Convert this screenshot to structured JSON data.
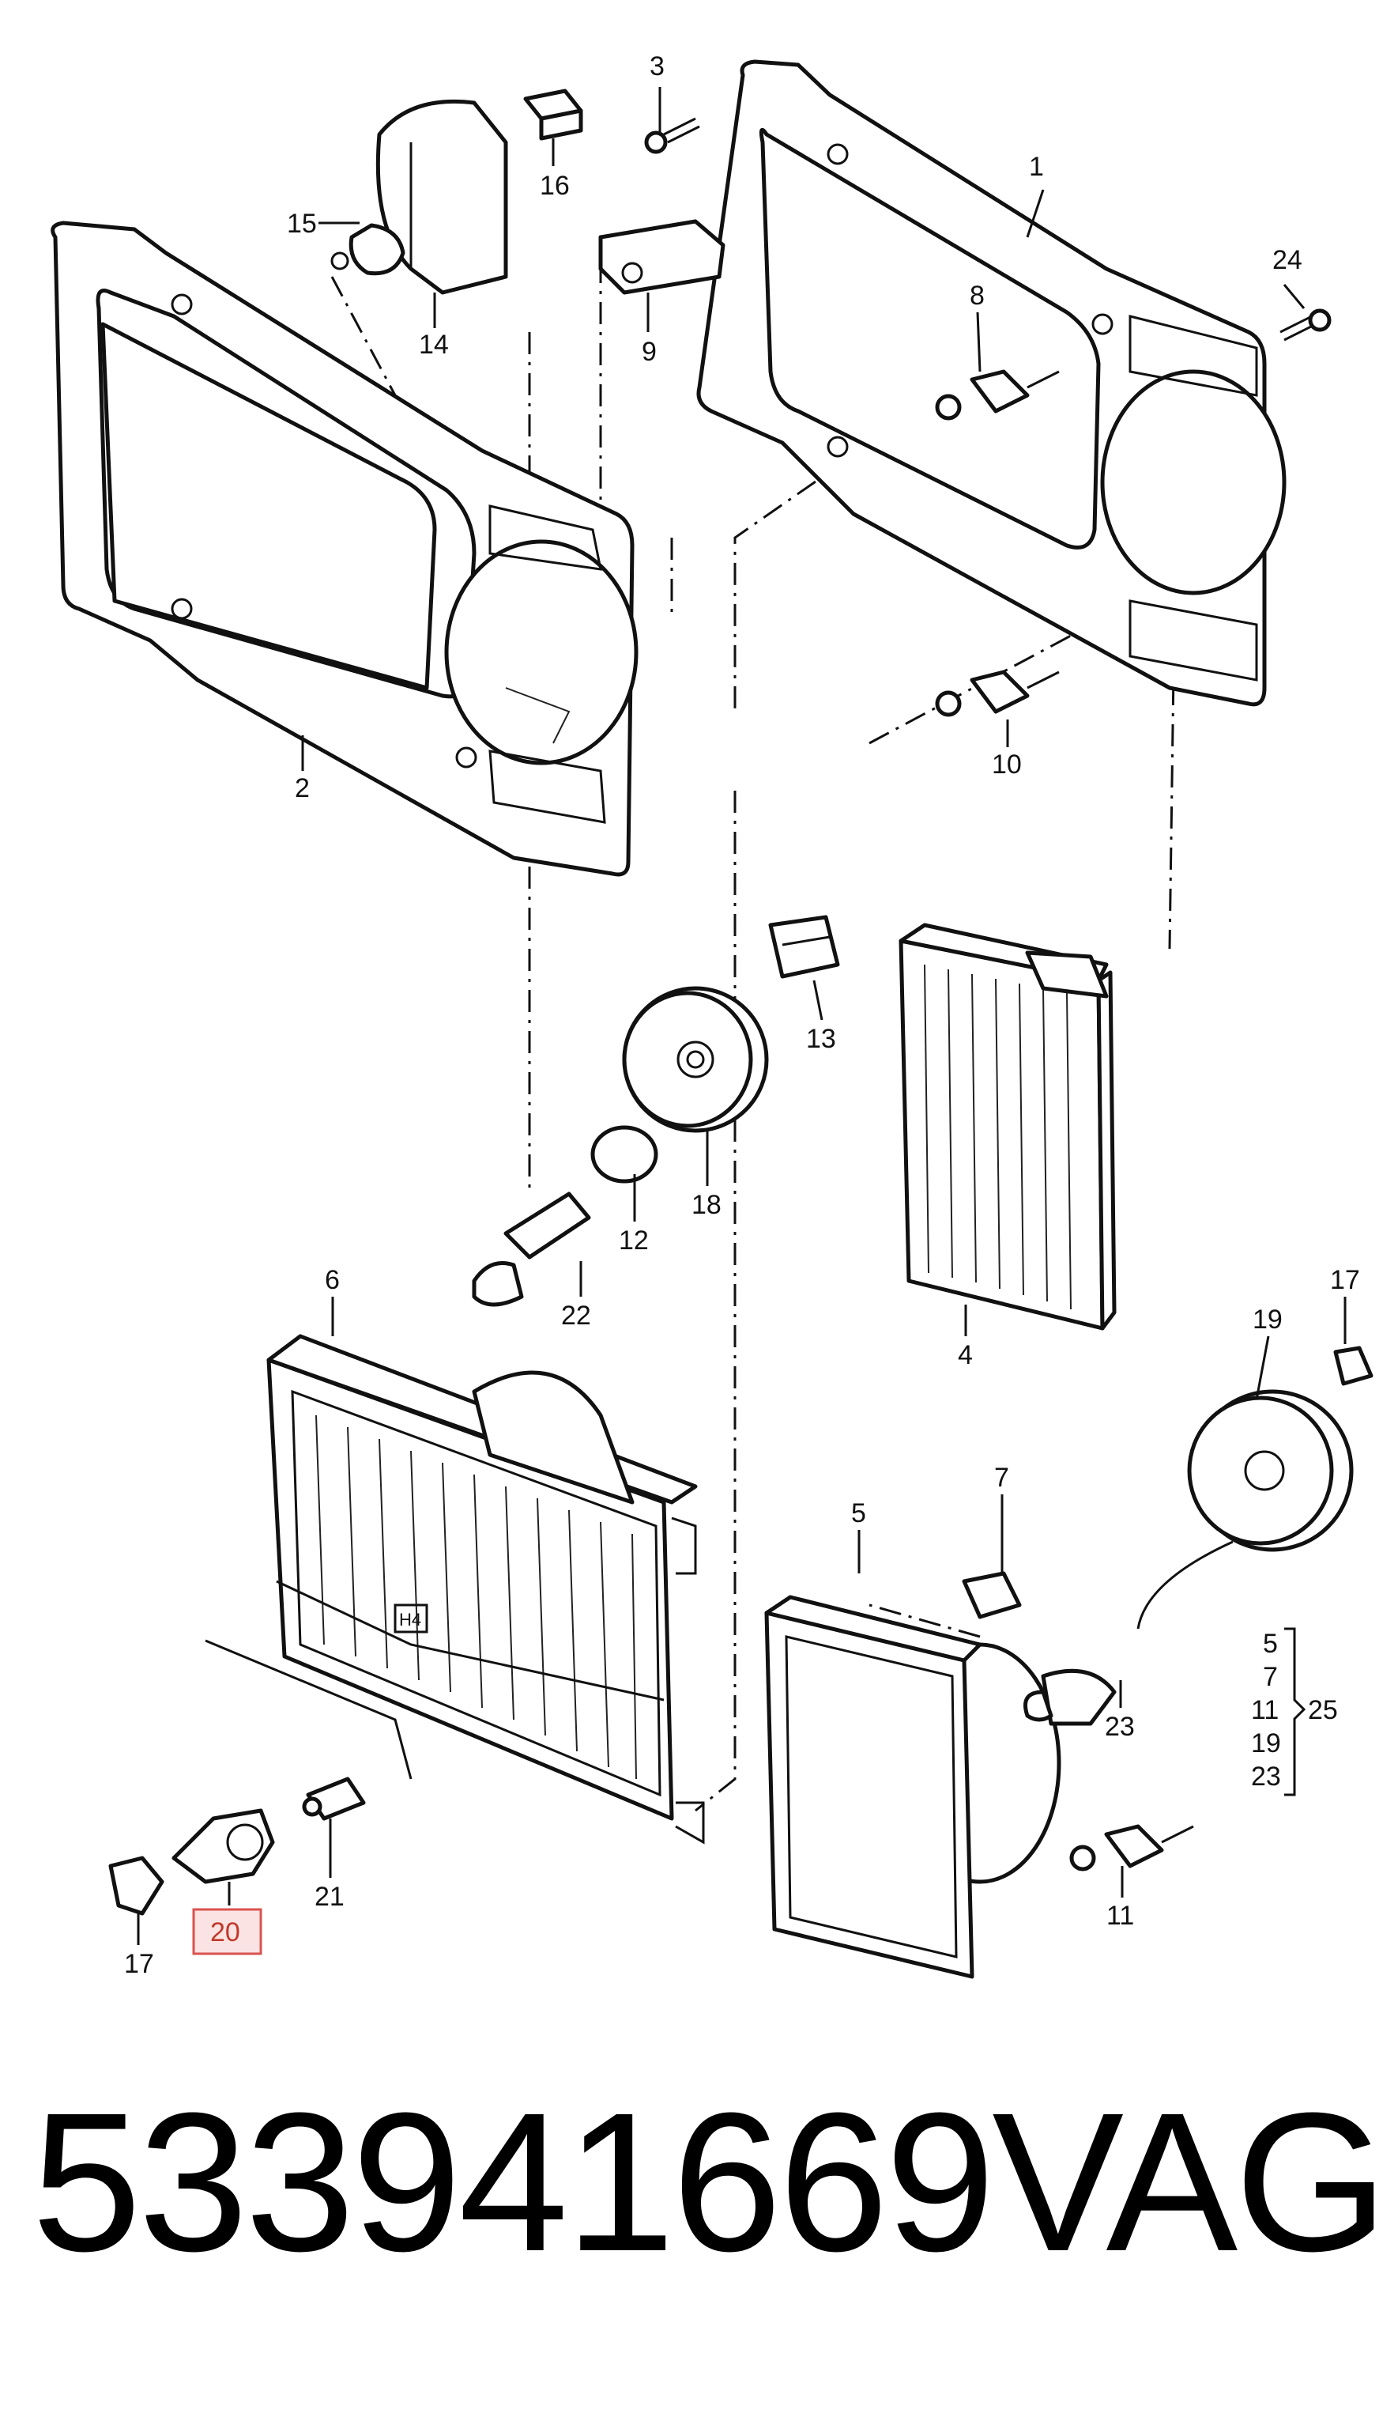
{
  "diagram": {
    "labels": [
      "1",
      "2",
      "3",
      "4",
      "5",
      "6",
      "7",
      "8",
      "9",
      "10",
      "11",
      "12",
      "13",
      "14",
      "15",
      "16",
      "17",
      "18",
      "19",
      "20",
      "21",
      "22",
      "23",
      "24",
      "25"
    ],
    "highlighted_label": "20",
    "highlight_color": "#d9534f",
    "highlight_fill": "#fbe3e3",
    "group_25": [
      "5",
      "7",
      "11",
      "19",
      "23"
    ]
  },
  "caption": {
    "part_number": "533941669",
    "brand": "VAG"
  }
}
